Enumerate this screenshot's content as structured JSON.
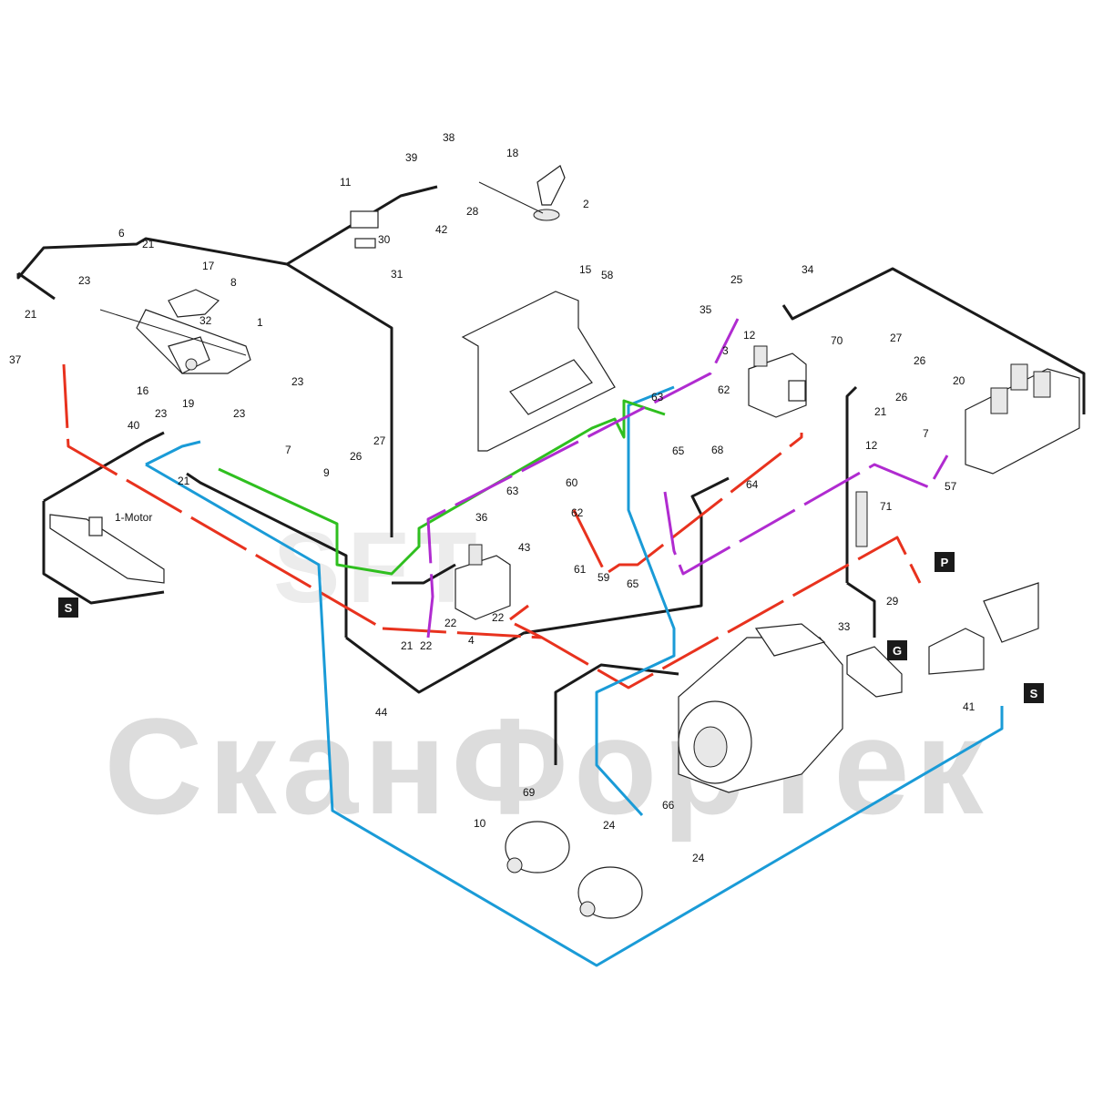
{
  "watermark": "СканФорТек",
  "watermark_logo": "SFT",
  "colors": {
    "black_line": "#1a1a1a",
    "red_line": "#e8321e",
    "blue_line": "#1a9bd7",
    "green_line": "#2fbf1f",
    "purple_line": "#b02bd0",
    "badge": "#1a1a1a"
  },
  "badges": [
    "S",
    "S",
    "P",
    "G"
  ],
  "motor_label": "1-Motor",
  "part_labels": [
    "1",
    "2",
    "3",
    "4",
    "6",
    "7",
    "7",
    "8",
    "9",
    "10",
    "11",
    "12",
    "12",
    "15",
    "16",
    "17",
    "18",
    "19",
    "20",
    "21",
    "21",
    "21",
    "21",
    "21",
    "22",
    "22",
    "22",
    "23",
    "23",
    "23",
    "23",
    "24",
    "24",
    "25",
    "26",
    "26",
    "26",
    "27",
    "27",
    "28",
    "29",
    "30",
    "31",
    "32",
    "33",
    "34",
    "35",
    "36",
    "37",
    "38",
    "39",
    "40",
    "41",
    "42",
    "43",
    "44",
    "57",
    "58",
    "59",
    "60",
    "61",
    "62",
    "62",
    "63",
    "63",
    "64",
    "65",
    "65",
    "66",
    "68",
    "69",
    "70",
    "71"
  ]
}
